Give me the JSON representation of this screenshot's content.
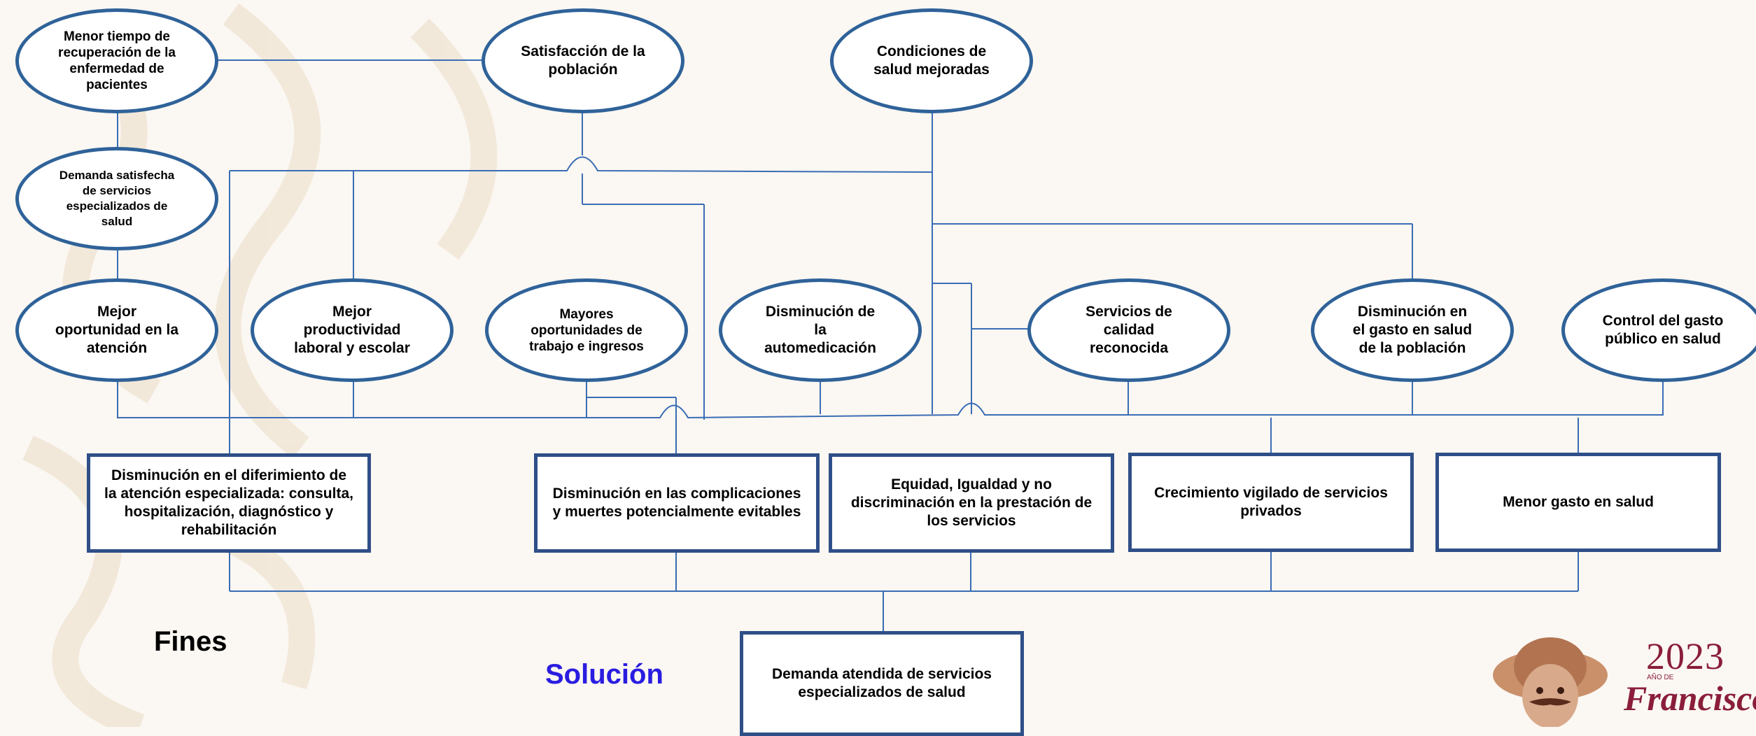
{
  "colors": {
    "line": "#3a6db5",
    "oval_border": "#2f6299",
    "rect_border": "#2f4f88",
    "solution_text": "#2a1de0",
    "logo_text": "#8a1e3a"
  },
  "labels": {
    "fines": "Fines",
    "solucion": "Solución"
  },
  "ovals": {
    "menor_tiempo": "Menor tiempo de\nrecuperación de la\nenfermedad de\npacientes",
    "satisfaccion": "Satisfacción de la\npoblación",
    "condiciones": "Condiciones de\nsalud mejoradas",
    "demanda_satisfecha": "Demanda satisfecha\nde servicios\nespecializados de\nsalud",
    "mejor_oportunidad": "Mejor\noportunidad en la\natención",
    "mejor_productividad": "Mejor\nproductividad\nlaboral y escolar",
    "mayores_oportunidades": "Mayores\noportunidades de\ntrabajo e ingresos",
    "disminucion_automedicacion": "Disminución de\nla\nautomedicación",
    "servicios_calidad": "Servicios de\ncalidad\nreconocida",
    "disminucion_gasto_poblacion": "Disminución en\nel gasto en salud\nde la población",
    "control_gasto": "Control del gasto\npúblico en salud"
  },
  "boxes": {
    "diferimiento": "Disminución en el diferimiento de\nla atención especializada: consulta,\nhospitalización, diagnóstico y\nrehabilitación",
    "complicaciones": "Disminución en las complicaciones\ny muertes potencialmente evitables",
    "equidad": "Equidad, Igualdad y no\ndiscriminación en la prestación de\nlos servicios",
    "crecimiento": "Crecimiento vigilado de servicios\nprivados",
    "menor_gasto": "Menor gasto en salud",
    "demanda_atendida": "Demanda atendida de servicios\nespecializados de salud"
  },
  "logo": {
    "year": "2023",
    "sub": "AÑO DE",
    "name": "Francisco"
  }
}
